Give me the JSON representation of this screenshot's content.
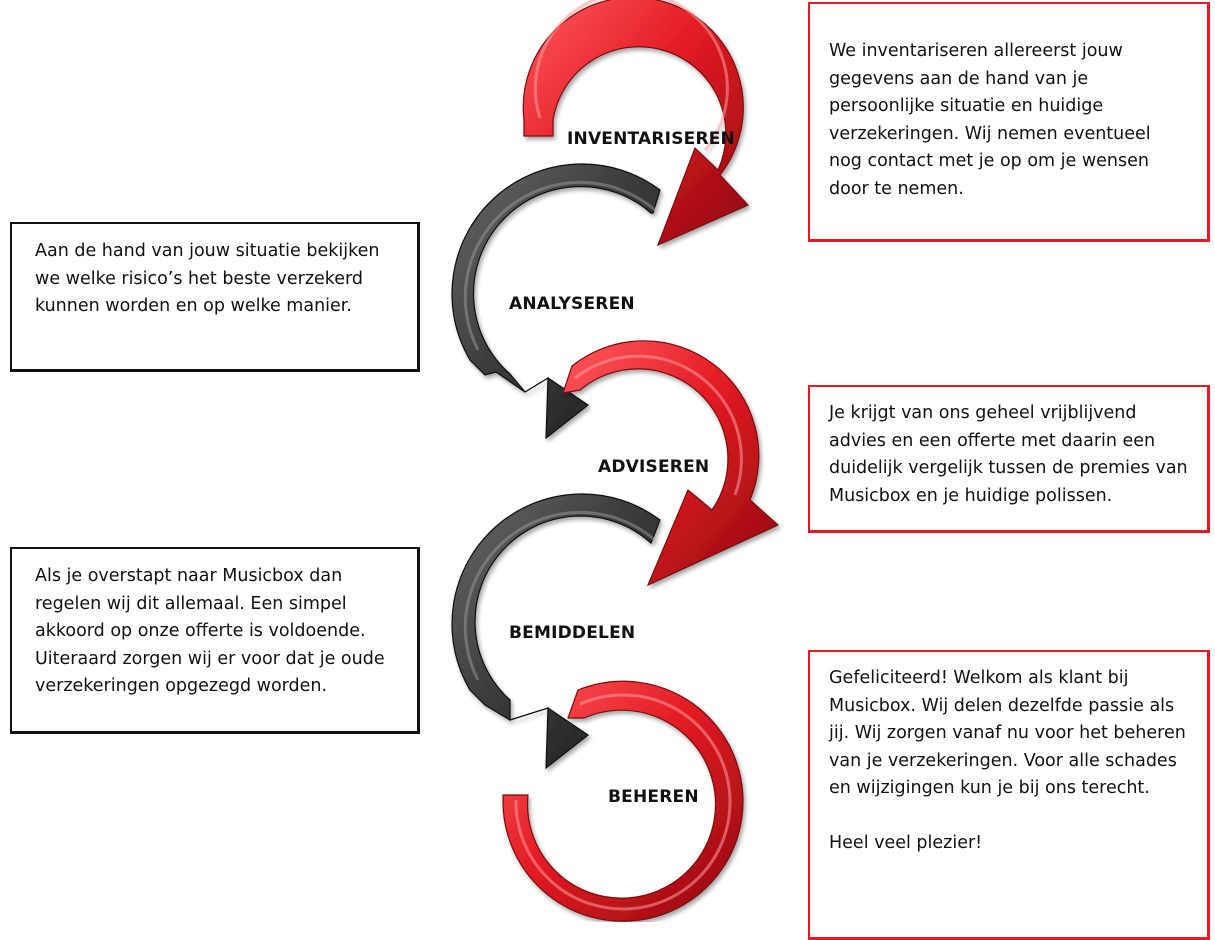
{
  "colors": {
    "red": "#e31b23",
    "dark_gray": "#3c3c3c",
    "box_red_border": "#e31b23",
    "box_black_border": "#111111"
  },
  "steps": [
    {
      "label": "INVENTARISEREN",
      "arrow_color": "red"
    },
    {
      "label": "ANALYSEREN",
      "arrow_color": "dark_gray"
    },
    {
      "label": "ADVISEREN",
      "arrow_color": "red"
    },
    {
      "label": "BEMIDDELEN",
      "arrow_color": "dark_gray"
    },
    {
      "label": "BEHEREN",
      "arrow_color": "red"
    }
  ],
  "boxes": {
    "inventariseren": "We inventariseren allereerst jouw gegevens aan de hand van je persoonlijke situatie en huidige verzekeringen. Wij nemen eventueel nog contact met je op om je wensen door te nemen.",
    "analyseren": "Aan de hand van jouw situatie bekijken we welke risico’s het beste verzekerd kunnen worden en op welke manier.",
    "adviseren": "Je krijgt van ons geheel vrijblijvend advies en een offerte met daarin een duidelijk vergelijk tussen de premies van Musicbox  en je huidige polissen.",
    "bemiddelen": "Als je overstapt naar Musicbox dan regelen wij dit allemaal. Een simpel akkoord op onze offerte is voldoende. Uiteraard zorgen wij er voor dat je oude verzekeringen opgezegd worden.",
    "beheren": {
      "text": "Gefeliciteerd! Welkom als klant bij Musicbox. Wij delen dezelfde passie als jij. Wij zorgen vanaf nu voor het beheren van je verzekeringen. Voor alle schades en wijzigingen kun je bij ons terecht.",
      "closing": "Heel veel plezier!"
    }
  }
}
